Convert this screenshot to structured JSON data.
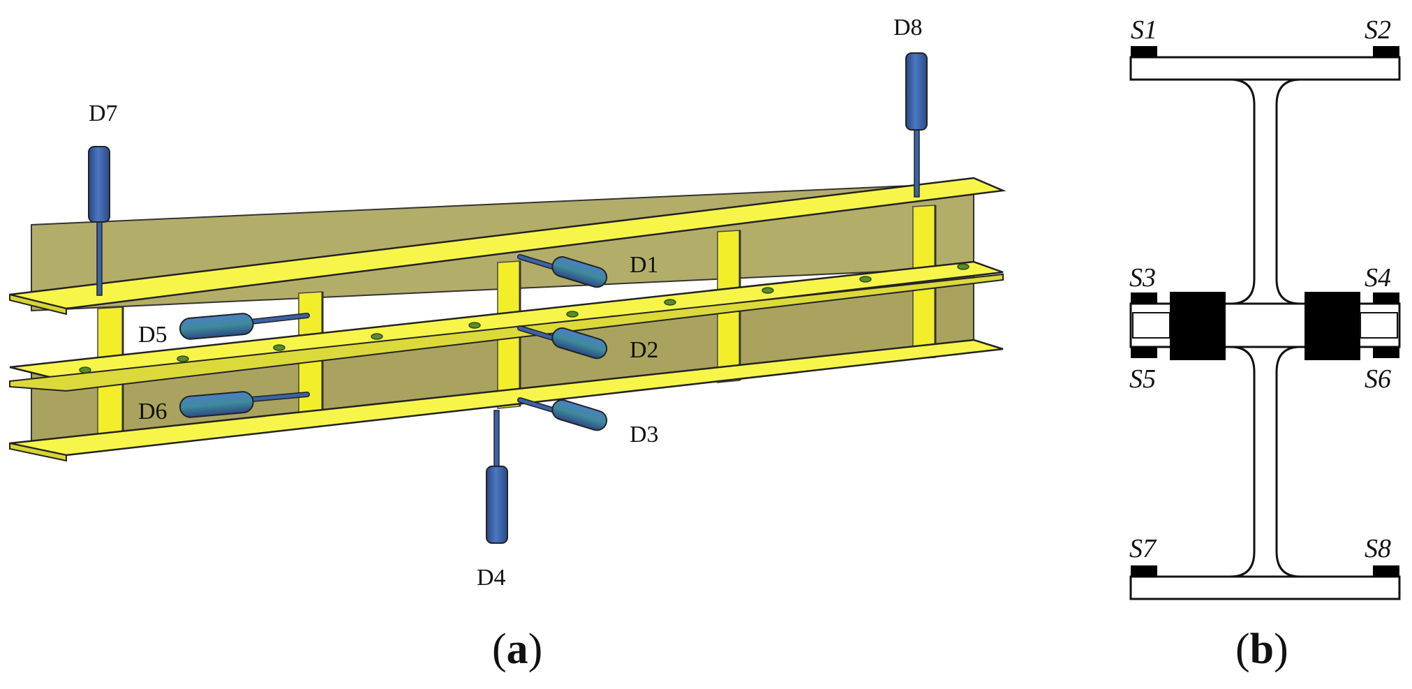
{
  "panel_a": {
    "caption_open": "(",
    "caption_letter": "a",
    "caption_close": ")",
    "transducers": {
      "d1": "D1",
      "d2": "D2",
      "d3": "D3",
      "d4": "D4",
      "d5": "D5",
      "d6": "D6",
      "d7": "D7",
      "d8": "D8"
    }
  },
  "panel_b": {
    "caption_open": "(",
    "caption_letter": "b",
    "caption_close": ")",
    "gauges": {
      "s1": "S1",
      "s2": "S2",
      "s3": "S3",
      "s4": "S4",
      "s5": "S5",
      "s6": "S6",
      "s7": "S7",
      "s8": "S8"
    }
  },
  "colors": {
    "beam_face": "#b3ad6a",
    "flange_yellow": "#f7f54a",
    "stiffener_yellow": "#f2ee2a",
    "sensor_blue": "#3b62a6",
    "outline": "#222222",
    "gauge_black": "#000000"
  }
}
